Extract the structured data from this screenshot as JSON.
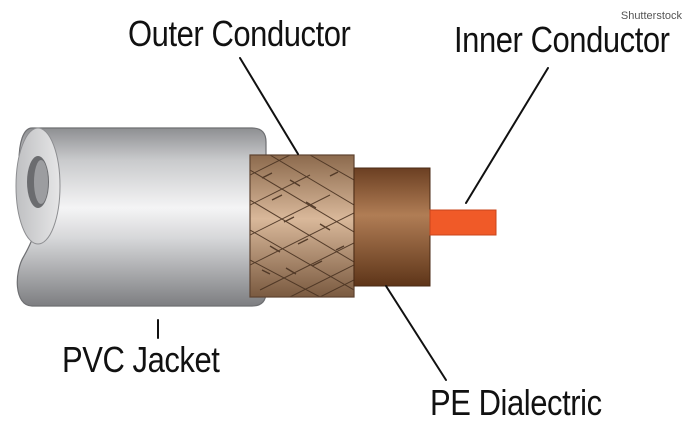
{
  "labels": {
    "outer_conductor": "Outer Conductor",
    "inner_conductor": "Inner Conductor",
    "pvc_jacket": "PVC Jacket",
    "pe_dialectric": "PE Dialectric"
  },
  "watermark": "Shutterstock",
  "colors": {
    "jacket": "#9a9b9d",
    "braid": "#b08a6a",
    "dielectric": "#8a5a38",
    "inner_conductor": "#f05a28",
    "leader_line": "#111111"
  }
}
